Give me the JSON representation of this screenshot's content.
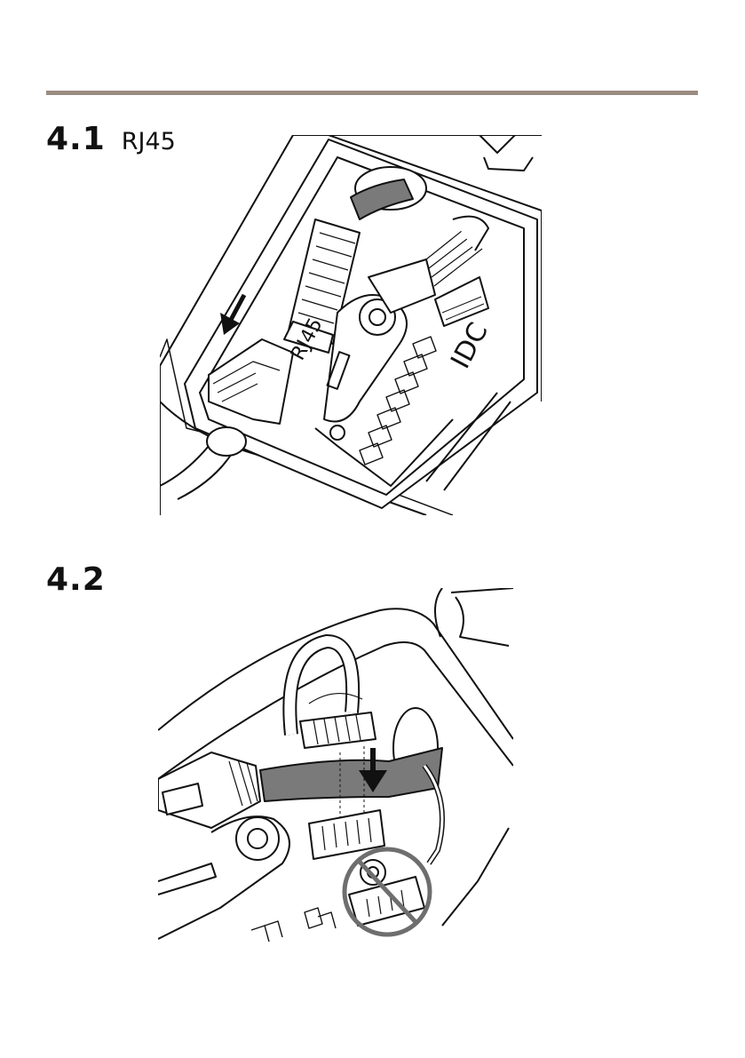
{
  "steps": [
    {
      "number": "4.1",
      "title": "RJ45"
    },
    {
      "number": "4.2",
      "title": ""
    }
  ],
  "illustration1": {
    "labels": {
      "port": "RJ45",
      "connector": "IDC"
    }
  },
  "colors": {
    "rule": "#9b8c82",
    "cable": "#7a7a7a",
    "line": "#111111",
    "prohibit": "#6e6e6e"
  }
}
